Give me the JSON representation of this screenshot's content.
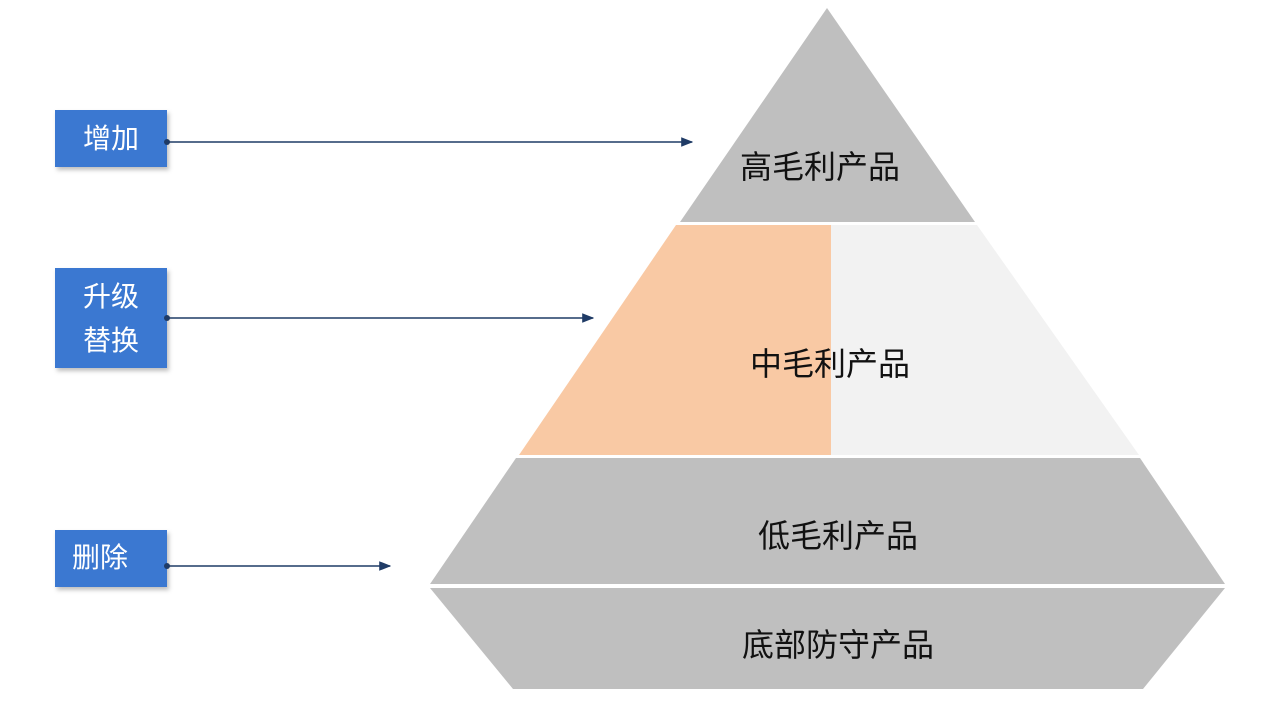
{
  "pyramid": {
    "tiers": [
      {
        "id": "high",
        "label": "高毛利产品",
        "color": "#bfbfbf"
      },
      {
        "id": "mid",
        "label": "中毛利产品",
        "color_left": "#f9c9a4",
        "color_right": "#f2f2f2"
      },
      {
        "id": "low",
        "label": "低毛利产品",
        "color": "#bfbfbf"
      },
      {
        "id": "base",
        "label": "底部防守产品",
        "color": "#bfbfbf"
      }
    ]
  },
  "actions": [
    {
      "id": "add",
      "lines": [
        "增加"
      ],
      "target": "high"
    },
    {
      "id": "upgrade",
      "lines": [
        "升级",
        "替换"
      ],
      "target": "mid"
    },
    {
      "id": "delete",
      "lines": [
        "删除"
      ],
      "target": "low"
    }
  ],
  "colors": {
    "action_box": "#3b78d1",
    "arrow": "#1f3b66",
    "background": "#ffffff"
  }
}
